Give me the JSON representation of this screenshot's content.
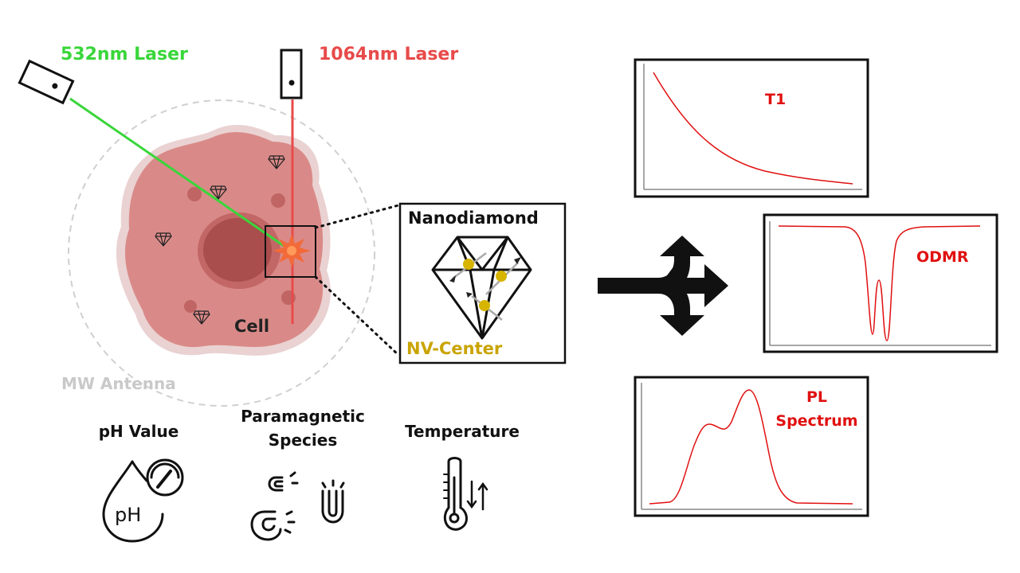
{
  "lasers": {
    "green": {
      "label": "532nm Laser",
      "color": "#39d63a"
    },
    "red": {
      "label": "1064nm Laser",
      "color": "#e84a4a"
    }
  },
  "cell": {
    "label": "Cell",
    "color": "#dc8a88",
    "nucleus_color": "#b05656"
  },
  "antenna": {
    "label": "MW Antenna"
  },
  "nanodiamond": {
    "title": "Nanodiamond",
    "nv_label": "NV-Center",
    "nv_color": "#d6b400"
  },
  "measurements": {
    "t1": {
      "label": "T1"
    },
    "odmr": {
      "label": "ODMR"
    },
    "pl": {
      "label": "PL Spectrum"
    }
  },
  "sensing": {
    "ph": {
      "label": "pH Value",
      "icon": "ph-drop-gauge-icon",
      "icon_text": "pH"
    },
    "paramagnetic": {
      "label": "Paramagnetic Species",
      "icon": "magnets-icon"
    },
    "temperature": {
      "label": "Temperature",
      "icon": "thermometer-icon"
    }
  },
  "colors": {
    "curve": "#e01010",
    "frame": "#111111"
  }
}
